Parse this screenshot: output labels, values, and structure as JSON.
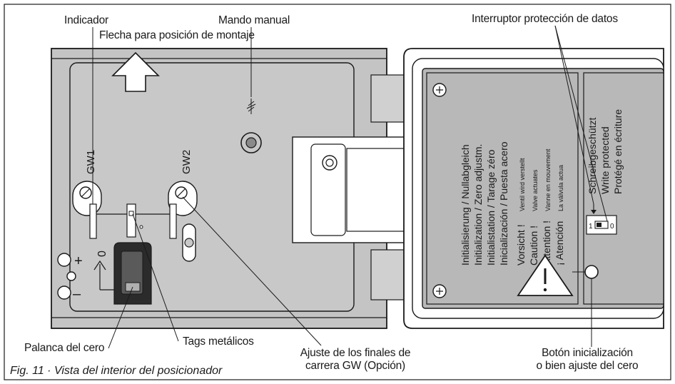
{
  "labels": {
    "indicador": "Indicador",
    "flecha": "Flecha para posición de montaje",
    "mando": "Mando manual",
    "interruptor": "Interruptor protección de datos",
    "palanca": "Palanca del cero",
    "tags": "Tags metálicos",
    "ajuste_line1": "Ajuste de los finales de",
    "ajuste_line2": "carrera GW (Opción)",
    "boton_line1": "Botón inicialización",
    "boton_line2": "o bien ajuste del cero"
  },
  "caption": "Fig. 11 · Vista del interior del posicionador",
  "device": {
    "gw1": "GW1",
    "gw2": "GW2",
    "plus": "+",
    "minus": "–",
    "zero": "0",
    "switch_left": "1",
    "switch_right": "0"
  },
  "panel": {
    "init_lines": [
      "Initialisierung / Nullabgleich",
      "Initialization   / Zero adjustm.",
      "Initialistation  / Tarage zéro",
      "Inicialización  / Puesta acero"
    ],
    "warn_lines": [
      "Vorsicht !",
      "Caution !",
      "Attention !",
      "¡ Atención"
    ],
    "warn_small": [
      "Ventil wird verstellt",
      "Valve actuates",
      "Vanne en mouvement",
      "La válvula actua"
    ],
    "protect_lines": [
      "Schreibgeschützt",
      "Write protected",
      "Protégé en écriture"
    ]
  },
  "colors": {
    "housing": "#c2c2c2",
    "lid_panel": "#b5b5b5",
    "lever": "#2b2b2b",
    "line": "#1a1a1a"
  }
}
